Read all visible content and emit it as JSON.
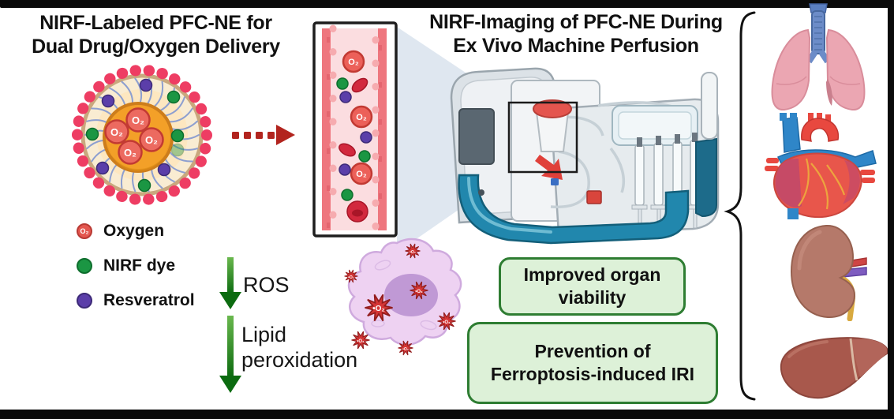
{
  "titles": {
    "left_line1": "NIRF-Labeled PFC-NE for",
    "left_line2": "Dual Drug/Oxygen Delivery",
    "right_line1": "NIRF-Imaging of PFC-NE During",
    "right_line2": "Ex Vivo Machine Perfusion"
  },
  "symbols": {
    "oxygen": "O₂",
    "superoxide": "•O₂"
  },
  "legend": {
    "items": [
      {
        "label": "Oxygen",
        "marker": "oxygen-molecule-icon",
        "color": "#e4574f"
      },
      {
        "label": "NIRF dye",
        "marker": "nirf-dye-icon",
        "color": "#1b9643"
      },
      {
        "label": "Resveratrol",
        "marker": "resveratrol-icon",
        "color": "#5b3ea9"
      }
    ]
  },
  "cascade": {
    "ros_label": "ROS",
    "lipid_line1": "Lipid",
    "lipid_line2": "peroxidation"
  },
  "outcomes": [
    {
      "line1": "Improved organ",
      "line2": "viability"
    },
    {
      "line1": "Prevention of",
      "line2": "Ferroptosis-induced IRI"
    }
  ],
  "organs": [
    {
      "name": "lungs"
    },
    {
      "name": "heart"
    },
    {
      "name": "kidney"
    },
    {
      "name": "liver"
    }
  ],
  "colors": {
    "oxygen_red": "#e4574f",
    "nirf_green": "#1b9643",
    "resveratrol_purple": "#5b3ea9",
    "outcome_border_green": "#2e7d32",
    "outcome_fill_green": "#ddf1d8",
    "dashed_arrow_red": "#b2241e",
    "cascade_arrow_green": "#0c6b10",
    "machine_teal": "#2187ad"
  }
}
